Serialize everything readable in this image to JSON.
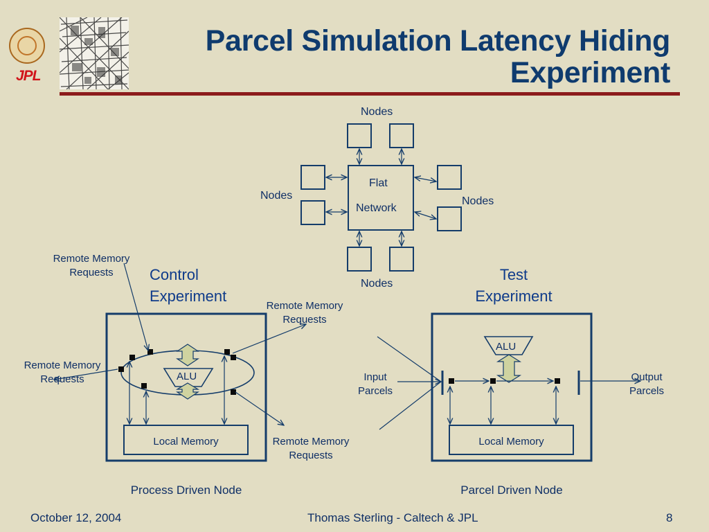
{
  "slide": {
    "title_line1": "Parcel Simulation Latency Hiding",
    "title_line2": "Experiment",
    "logo_text": "JPL",
    "colors": {
      "background": "#e2ddc3",
      "title": "#0f3b6e",
      "rule": "#8c1b1b",
      "diagram": "#143c6a",
      "alu_arrow": "#cfd3a0"
    }
  },
  "network": {
    "nodes_top": "Nodes",
    "nodes_left": "Nodes",
    "nodes_right": "Nodes",
    "nodes_bottom": "Nodes",
    "center_line1": "Flat",
    "center_line2": "Network"
  },
  "control": {
    "heading_line1": "Control",
    "heading_line2": "Experiment",
    "rmr_top_line1": "Remote Memory",
    "rmr_top_line2": "Requests",
    "rmr_left_line1": "Remote Memory",
    "rmr_left_line2": "Requests",
    "rmr_right_top_line1": "Remote Memory",
    "rmr_right_top_line2": "Requests",
    "rmr_right_bottom_line1": "Remote Memory",
    "rmr_right_bottom_line2": "Requests",
    "alu": "ALU",
    "local_memory": "Local Memory",
    "caption": "Process Driven Node"
  },
  "test": {
    "heading_line1": "Test",
    "heading_line2": "Experiment",
    "alu": "ALU",
    "local_memory": "Local Memory",
    "input_line1": "Input",
    "input_line2": "Parcels",
    "output_line1": "Output",
    "output_line2": "Parcels",
    "caption": "Parcel Driven Node"
  },
  "footer": {
    "date": "October 12, 2004",
    "author": "Thomas Sterling - Caltech & JPL",
    "page": "8"
  }
}
